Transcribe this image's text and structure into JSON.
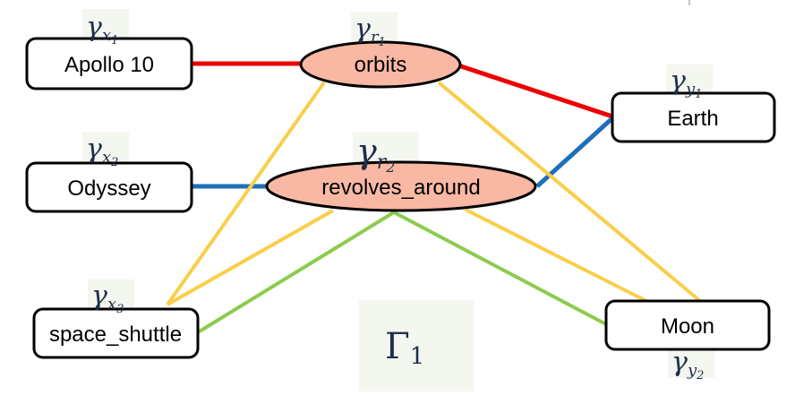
{
  "colors": {
    "red": "#ee0000",
    "blue": "#1f6fb8",
    "yellow": "#f9cf4a",
    "green": "#8ccb4e",
    "relation_fill": "#f8b8a4",
    "label_bg": "#f4f6f0"
  },
  "nodes": {
    "x1": {
      "label": "Apollo 10",
      "gamma": "γ",
      "sub": "x",
      "subsub": "1"
    },
    "x2": {
      "label": "Odyssey",
      "gamma": "γ",
      "sub": "x",
      "subsub": "2"
    },
    "x3": {
      "label": "space_shuttle",
      "gamma": "γ",
      "sub": "x",
      "subsub": "3"
    },
    "r1": {
      "label": "orbits",
      "gamma": "γ",
      "sub": "r",
      "subsub": "1"
    },
    "r2": {
      "label": "revolves_around",
      "gamma": "γ",
      "sub": "r",
      "subsub": "2"
    },
    "y1": {
      "label": "Earth",
      "gamma": "γ",
      "sub": "y",
      "subsub": "1"
    },
    "y2": {
      "label": "Moon",
      "gamma": "γ",
      "sub": "y",
      "subsub": "2"
    }
  },
  "graph_label": {
    "symbol": "Γ",
    "sub": "1"
  }
}
